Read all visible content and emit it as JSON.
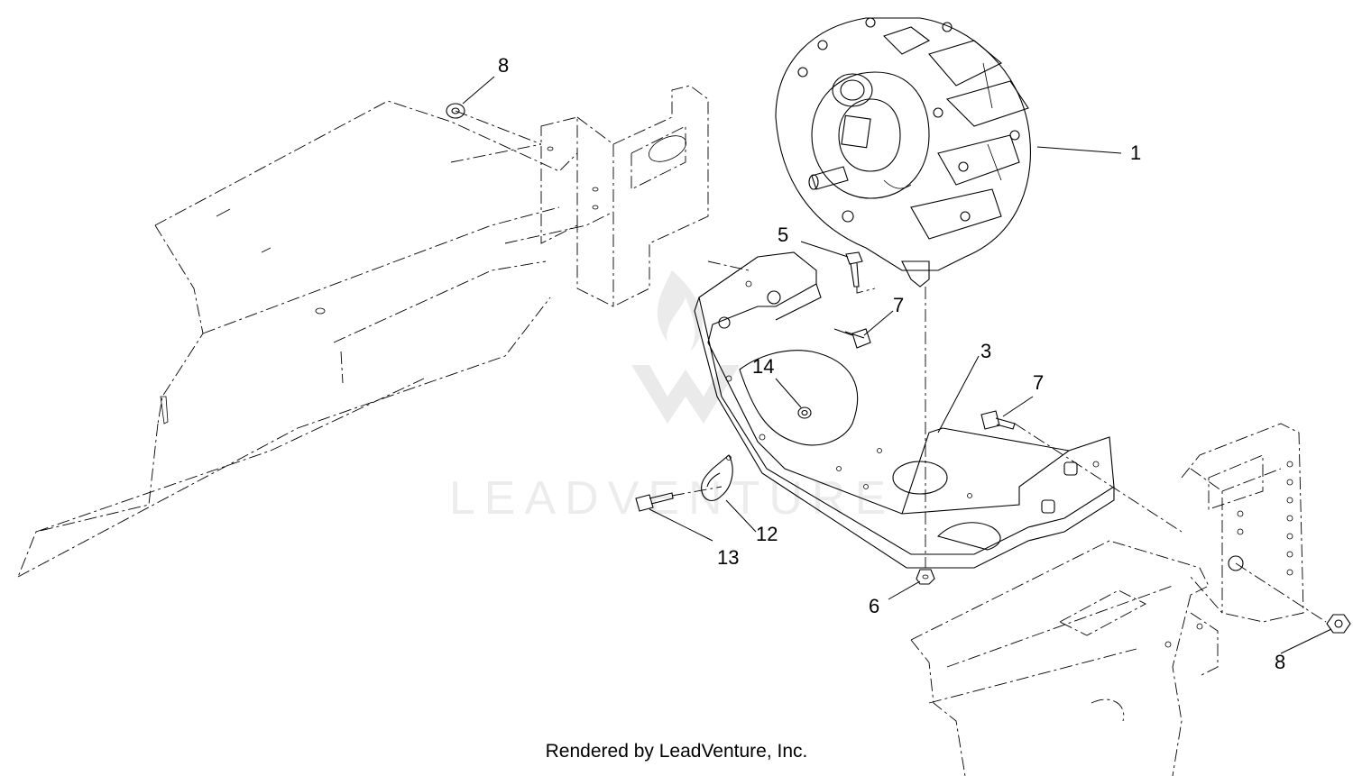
{
  "diagram": {
    "callouts": [
      {
        "id": "c1",
        "label": "1"
      },
      {
        "id": "c3",
        "label": "3"
      },
      {
        "id": "c5",
        "label": "5"
      },
      {
        "id": "c6",
        "label": "6"
      },
      {
        "id": "c7a",
        "label": "7"
      },
      {
        "id": "c7b",
        "label": "7"
      },
      {
        "id": "c8a",
        "label": "8"
      },
      {
        "id": "c8b",
        "label": "8"
      },
      {
        "id": "c12",
        "label": "12"
      },
      {
        "id": "c13",
        "label": "13"
      },
      {
        "id": "c14",
        "label": "14"
      }
    ],
    "watermark": "LEADVENTURE",
    "footer": "Rendered by LeadVenture, Inc."
  }
}
